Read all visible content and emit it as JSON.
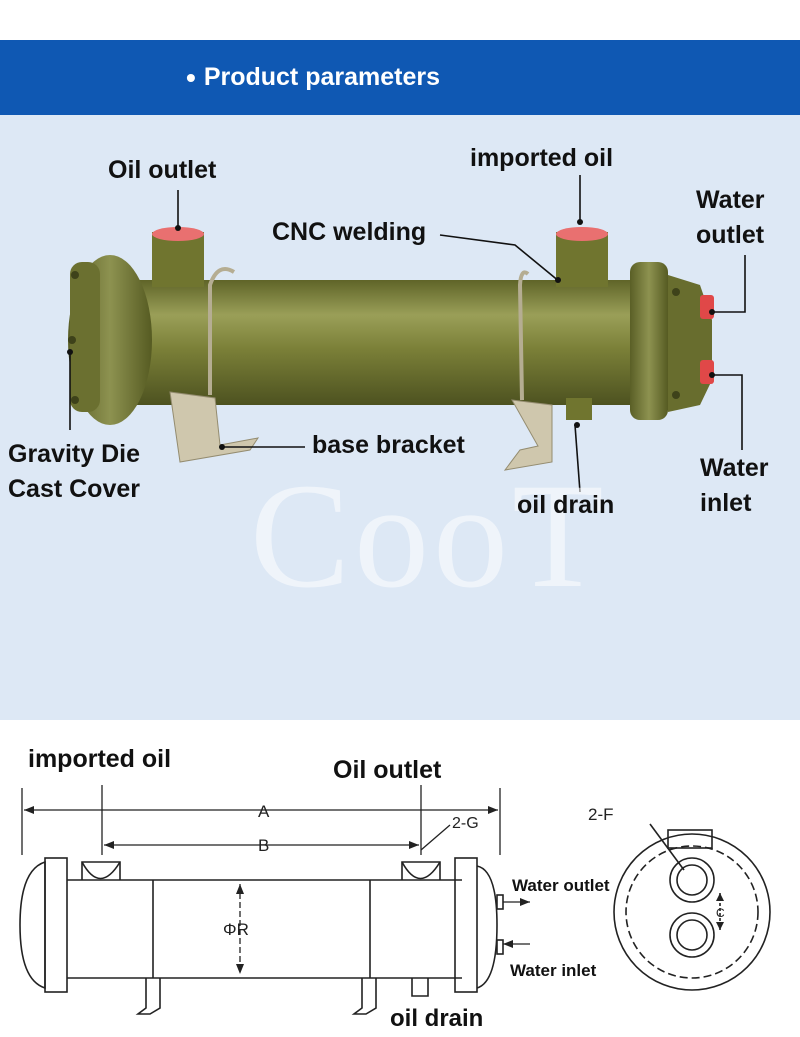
{
  "header": {
    "bullet": "•",
    "title": "Product parameters"
  },
  "photo": {
    "labels": {
      "oil_outlet": "Oil outlet",
      "imported_oil": "imported oil",
      "cnc_welding": "CNC welding",
      "water_outlet": "Water outlet",
      "gravity_cover": "Gravity Die Cast Cover",
      "base_bracket": "base bracket",
      "oil_drain": "oil drain",
      "water_inlet": "Water inlet"
    },
    "watermark": "CooT",
    "colors": {
      "body": "#7b8038",
      "port_cap": "#e85c5c",
      "bracket": "#c8c0a8",
      "background": "#dde8f5"
    }
  },
  "drawing": {
    "labels": {
      "imported_oil": "imported oil",
      "oil_outlet": "Oil outlet",
      "dim_a": "A",
      "dim_b": "B",
      "dim_2g": "2-G",
      "dim_phir": "ΦR",
      "dim_2f": "2-F",
      "dim_c": "C",
      "water_outlet": "Water outlet",
      "water_inlet": "Water inlet",
      "oil_drain": "oil drain"
    }
  }
}
